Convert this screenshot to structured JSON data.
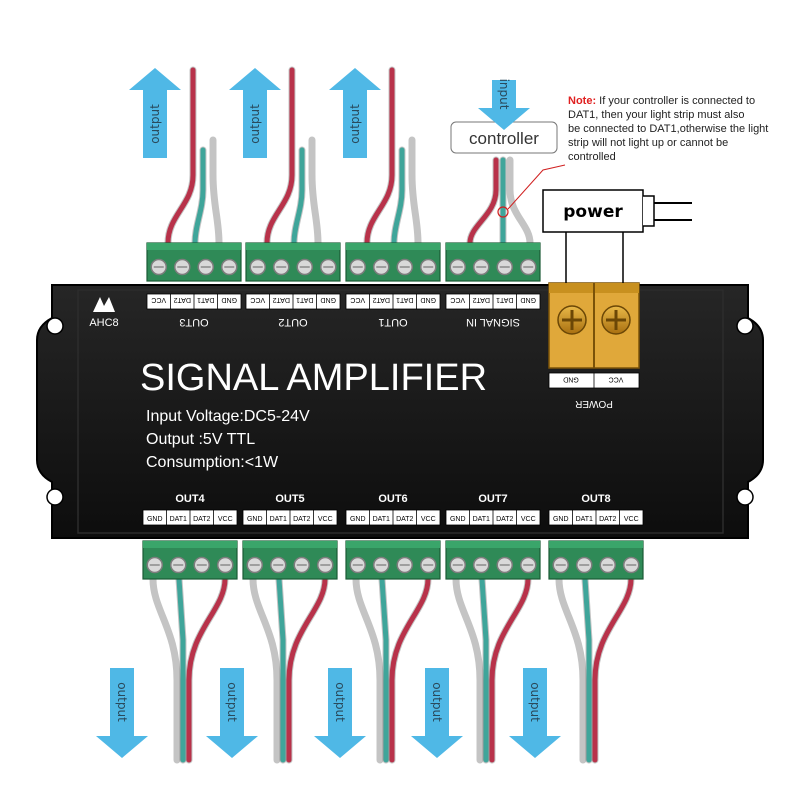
{
  "brand": {
    "logo_text": "AHC8"
  },
  "device": {
    "title": "SIGNAL AMPLIFIER",
    "specs": {
      "input_voltage": "Input Voltage:DC5-24V",
      "output": "Output :5V  TTL",
      "consumption": "Consumption:<1W"
    },
    "top_ports": [
      {
        "label": "OUT3",
        "pins": [
          "VCC",
          "DAT2",
          "DAT1",
          "GND"
        ]
      },
      {
        "label": "OUT2",
        "pins": [
          "VCC",
          "DAT2",
          "DAT1",
          "GND"
        ]
      },
      {
        "label": "OUT1",
        "pins": [
          "VCC",
          "DAT2",
          "DAT1",
          "GND"
        ]
      },
      {
        "label": "SIGNAL IN",
        "pins": [
          "VCC",
          "DAT2",
          "DAT1",
          "GND"
        ]
      }
    ],
    "bottom_ports": [
      {
        "label": "OUT4",
        "pins": [
          "GND",
          "DAT1",
          "DAT2",
          "VCC"
        ]
      },
      {
        "label": "OUT5",
        "pins": [
          "GND",
          "DAT1",
          "DAT2",
          "VCC"
        ]
      },
      {
        "label": "OUT6",
        "pins": [
          "GND",
          "DAT1",
          "DAT2",
          "VCC"
        ]
      },
      {
        "label": "OUT7",
        "pins": [
          "GND",
          "DAT1",
          "DAT2",
          "VCC"
        ]
      },
      {
        "label": "OUT8",
        "pins": [
          "GND",
          "DAT1",
          "DAT2",
          "VCC"
        ]
      }
    ],
    "power": {
      "label": "POWER",
      "pins": [
        "GND",
        "VCC"
      ]
    }
  },
  "arrows": {
    "output_label": "output",
    "input_label": "input"
  },
  "callouts": {
    "controller": "controller",
    "power": "power",
    "note_label": "Note:",
    "note_text": " If your controller is connected to DAT1, then your light strip must also be connected to DAT1,otherwise the light strip will not light up or cannot be controlled"
  },
  "colors": {
    "arrow": "#4fb8e6",
    "note_label": "#e02020",
    "housing": "#151515",
    "terminal": "#2f8a57",
    "screw_gold": "#c9941e",
    "wire_red": "#b8324a",
    "wire_teal": "#3fa59a",
    "wire_gray": "#c4c4c4"
  }
}
